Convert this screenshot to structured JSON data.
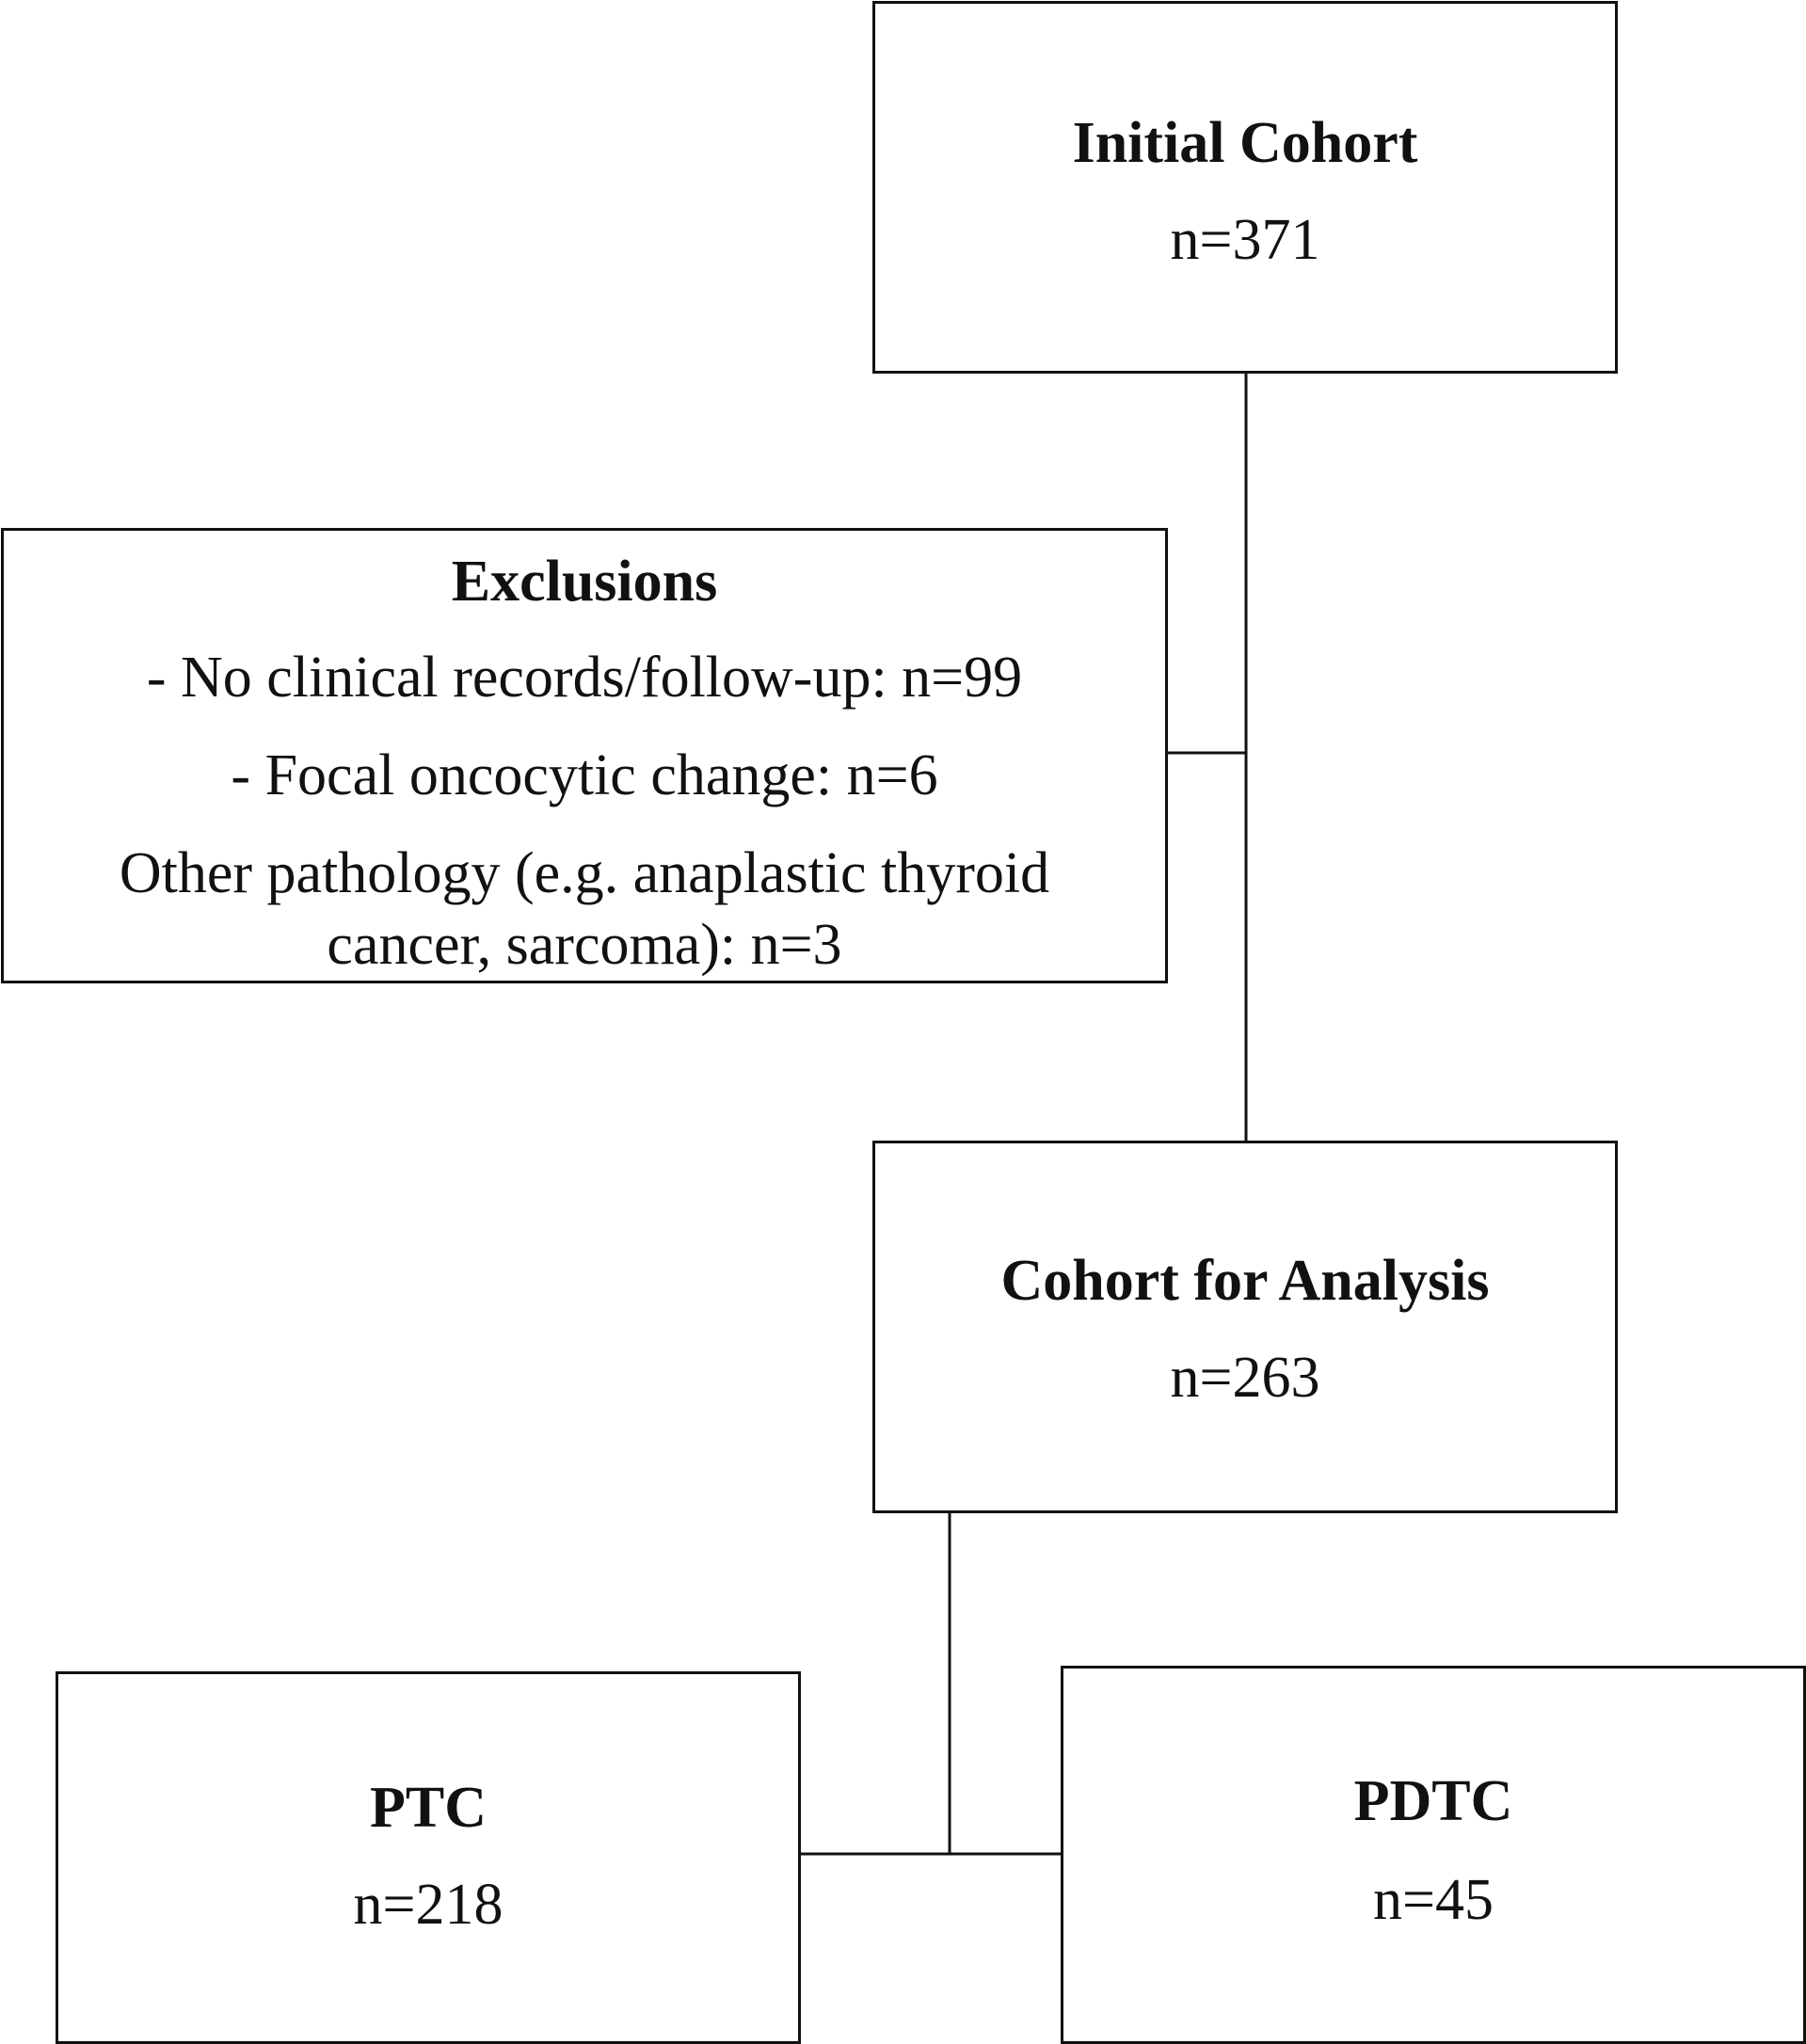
{
  "flowchart": {
    "initial_cohort": {
      "title": "Initial  Cohort",
      "count": "n=371"
    },
    "exclusions": {
      "title": "Exclusions",
      "items": [
        "- No clinical  records/follow-up:  n=99",
        "- Focal  oncocytic  change:  n=6",
        "Other pathology  (e.g.  anaplastic  thyroid",
        "cancer,  sarcoma):  n=3"
      ]
    },
    "analysis_cohort": {
      "title": "Cohort  for Analysis",
      "count": "n=263"
    },
    "ptc": {
      "title": "PTC",
      "count": "n=218"
    },
    "pdtc": {
      "title": "PDTC",
      "count": "n=45"
    }
  },
  "colors": {
    "line": "#111111",
    "background": "#ffffff"
  }
}
